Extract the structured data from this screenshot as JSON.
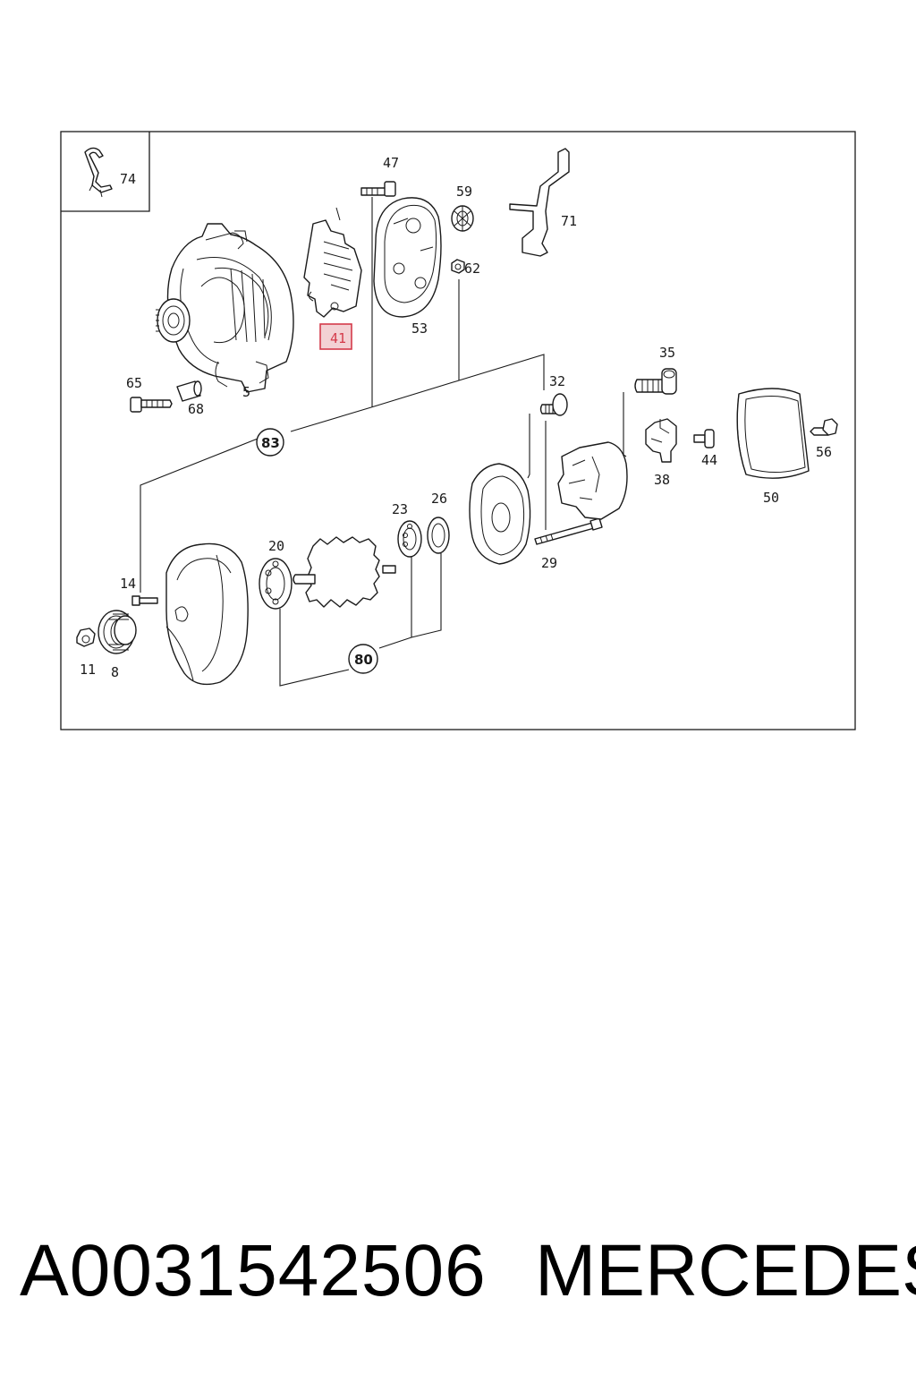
{
  "callouts": {
    "c74": "74",
    "c47": "47",
    "c59": "59",
    "c71": "71",
    "c62": "62",
    "c41": "41",
    "c53": "53",
    "c65": "65",
    "c68": "68",
    "c5": "5",
    "c35": "35",
    "c32": "32",
    "c83": "83",
    "c38": "38",
    "c44": "44",
    "c56": "56",
    "c50": "50",
    "c23": "23",
    "c26": "26",
    "c20": "20",
    "c29": "29",
    "c14": "14",
    "c11": "11",
    "c8": "8",
    "c80": "80"
  },
  "highlighted_callout": "41",
  "colors": {
    "highlight_border": "#d43a4a",
    "highlight_fill": "#f3d1d4",
    "line": "#1a1a1a"
  },
  "footer": {
    "part_number": "A0031542506",
    "brand": "MERCEDES"
  }
}
